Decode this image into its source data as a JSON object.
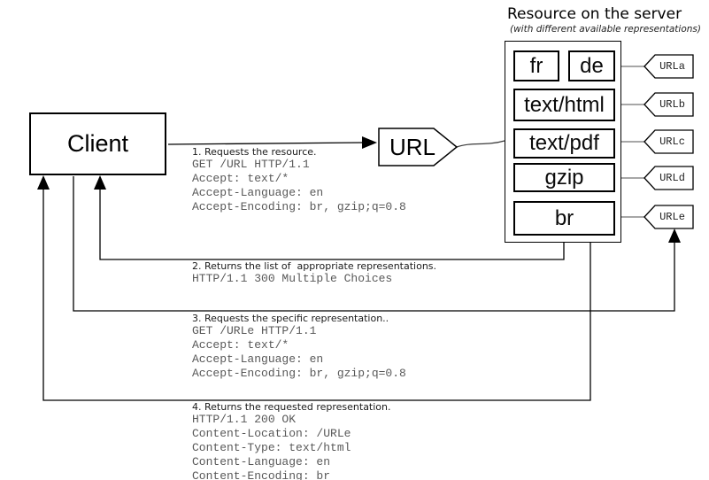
{
  "title": "Resource on the server",
  "subtitle": "(with different available representations)",
  "client": {
    "label": "Client"
  },
  "url_tag": {
    "label": "URL"
  },
  "server": {
    "boxes": [
      {
        "label": "fr"
      },
      {
        "label": "de"
      },
      {
        "label": "text/html"
      },
      {
        "label": "text/pdf"
      },
      {
        "label": "gzip"
      },
      {
        "label": "br"
      }
    ],
    "tags": [
      {
        "label": "URLa"
      },
      {
        "label": "URLb"
      },
      {
        "label": "URLc"
      },
      {
        "label": "URLd"
      },
      {
        "label": "URLe"
      }
    ]
  },
  "steps": [
    {
      "label": "1. Requests the resource.",
      "lines": [
        "GET /URL HTTP/1.1",
        "Accept: text/*",
        "Accept-Language: en",
        "Accept-Encoding: br, gzip;q=0.8"
      ]
    },
    {
      "label": "2. Returns the list of  appropriate representations.",
      "lines": [
        "HTTP/1.1 300 Multiple Choices"
      ]
    },
    {
      "label": "3. Requests the specific representation..",
      "lines": [
        "GET /URLe HTTP/1.1",
        "Accept: text/*",
        "Accept-Language: en",
        "Accept-Encoding: br, gzip;q=0.8"
      ]
    },
    {
      "label": "4. Returns the requested representation.",
      "lines": [
        "HTTP/1.1 200 OK",
        "Content-Location: /URLe",
        "Content-Type: text/html",
        "Content-Language: en",
        "Content-Encoding: br"
      ]
    }
  ],
  "colors": {
    "line": "#000000",
    "connector": "#8a8a8a",
    "mono_text": "#595959",
    "label_text": "#1a1a1a"
  }
}
